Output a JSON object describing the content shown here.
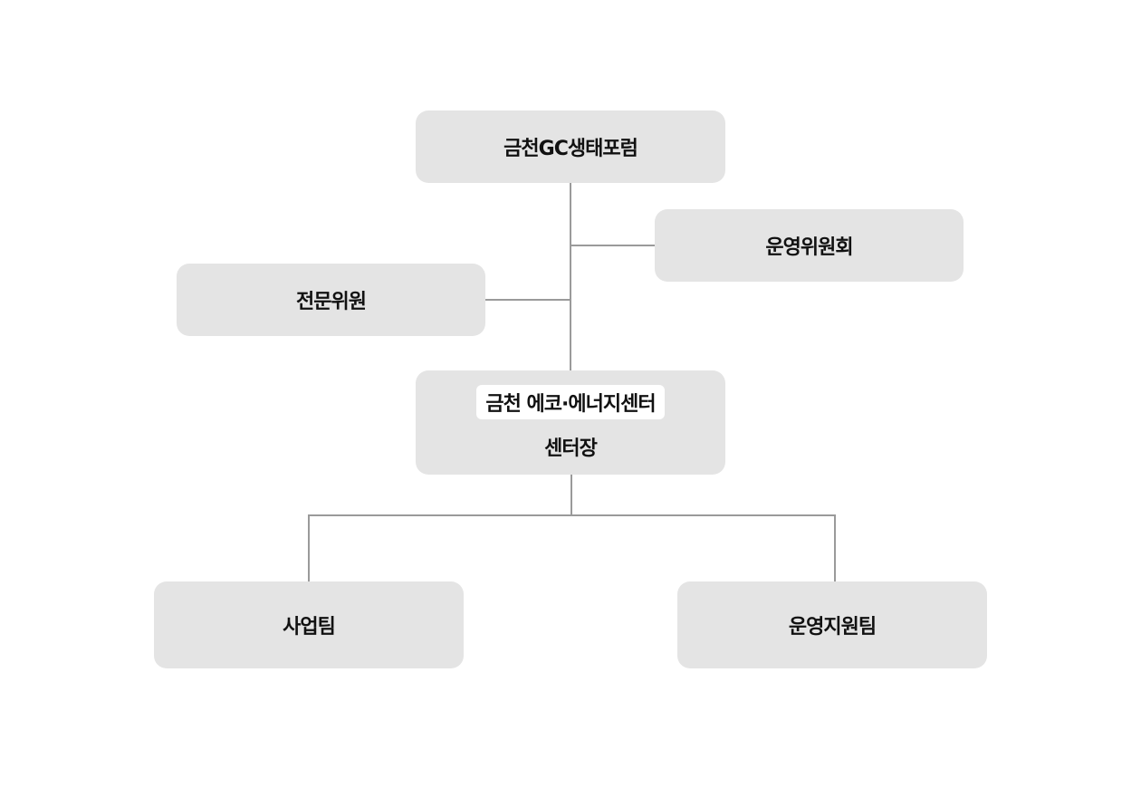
{
  "org_chart": {
    "top": "금천GC생태포럼",
    "committee": "운영위원회",
    "experts": "전문위원",
    "center": {
      "name": "금천 에코·에너지센터",
      "role": "센터장"
    },
    "teams": [
      "사업팀",
      "운영지원팀"
    ]
  }
}
